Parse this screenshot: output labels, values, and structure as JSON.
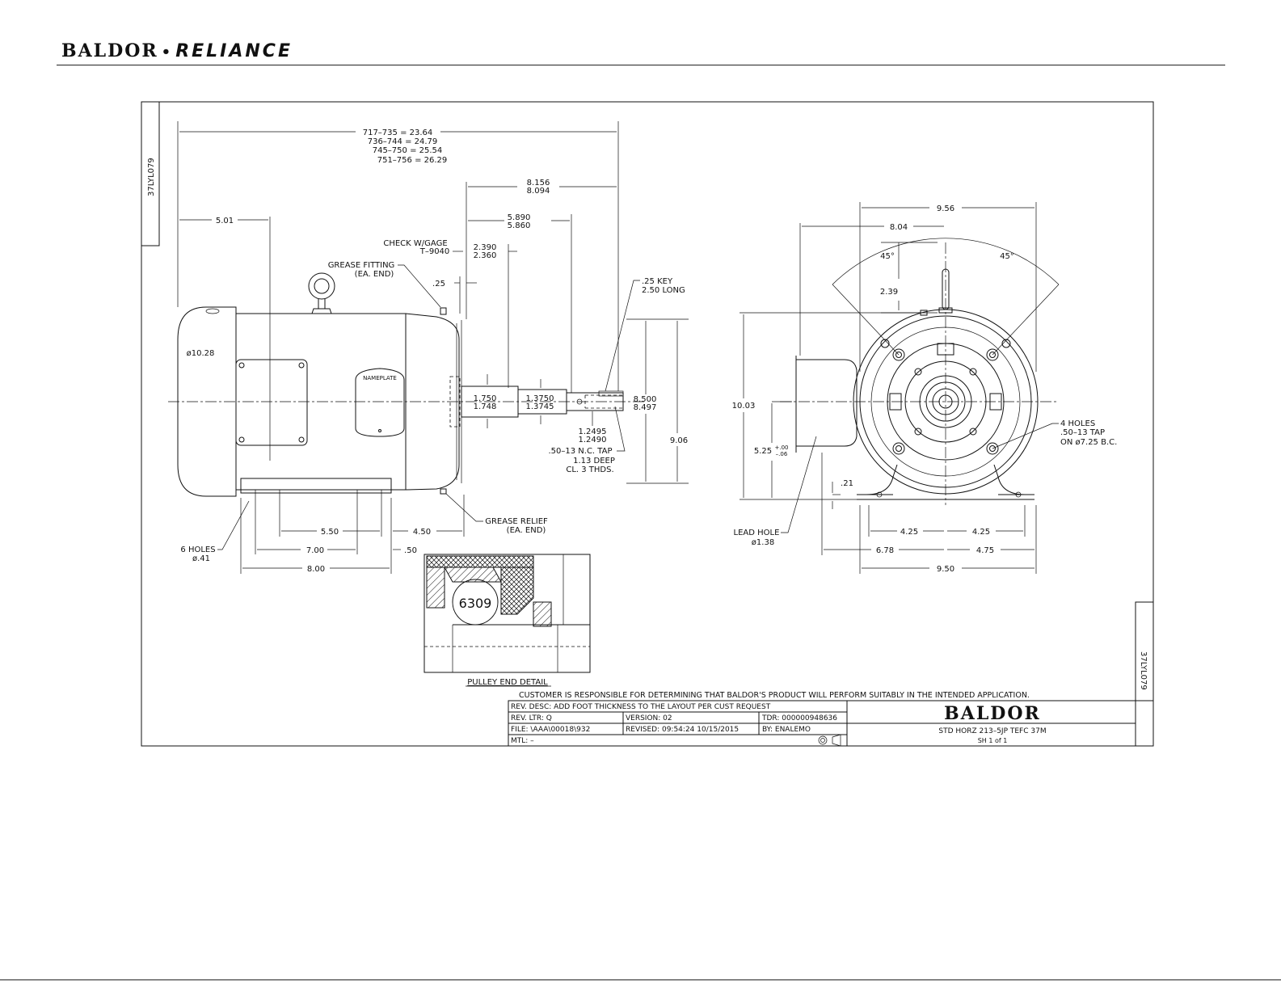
{
  "header": {
    "brand_left": "BALDOR",
    "brand_right": "RELIANCE"
  },
  "drawing": {
    "border_code_left": "37LYL079",
    "border_code_right": "37LYL079",
    "overall_length": [
      "717–735 = 23.64",
      "736–744 = 24.79",
      "745–750 = 25.54",
      "751–756 = 26.29"
    ],
    "dim_8156": [
      "8.156",
      "8.094"
    ],
    "dim_5890": [
      "5.890",
      "5.860"
    ],
    "dim_501": "5.01",
    "check_gage": [
      "CHECK W/GAGE",
      "T–9040"
    ],
    "dim_2390": [
      "2.390",
      "2.360"
    ],
    "grease_fitting": [
      "GREASE FITTING",
      "(EA. END)"
    ],
    "dim_25": ".25",
    "key": [
      ".25 KEY",
      "2.50 LONG"
    ],
    "dia_1028": "ø10.28",
    "nameplate": "NAMEPLATE",
    "dim_1750": [
      "1.750",
      "1.748"
    ],
    "dim_13750": [
      "1.3750",
      "1.3745"
    ],
    "dim_8500": [
      "8.500",
      "8.497"
    ],
    "dim_12495": [
      "1.2495",
      "1.2490"
    ],
    "tap": [
      ".50–13 N.C. TAP",
      "1.13 DEEP",
      "CL. 3 THDS."
    ],
    "dim_906": "9.06",
    "grease_relief": [
      "GREASE RELIEF",
      "(EA. END)"
    ],
    "six_holes": [
      "6 HOLES",
      "ø.41"
    ],
    "dim_550": "5.50",
    "dim_450": "4.50",
    "dim_700": "7.00",
    "dim_50": ".50",
    "dim_800": "8.00",
    "bearing": "6309",
    "pulley_detail": "PULLEY END DETAIL",
    "dim_956": "9.56",
    "dim_804": "8.04",
    "angle_left": "45°",
    "angle_right": "45°",
    "dim_239": "2.39",
    "dim_1003": "10.03",
    "dim_525": "5.25",
    "tol_525": [
      "+.00",
      "–.06"
    ],
    "four_holes": [
      "4 HOLES",
      ".50–13 TAP",
      "ON ø7.25 B.C."
    ],
    "dim_21": ".21",
    "lead_hole": [
      "LEAD HOLE",
      "ø1.38"
    ],
    "dim_425a": "4.25",
    "dim_425b": "4.25",
    "dim_678": "6.78",
    "dim_475": "4.75",
    "dim_950": "9.50"
  },
  "title_block": {
    "disclaimer": "CUSTOMER IS RESPONSIBLE FOR DETERMINING THAT BALDOR'S PRODUCT WILL PERFORM SUITABLY IN THE INTENDED APPLICATION.",
    "rev_desc": "REV. DESC:  ADD FOOT THICKNESS TO THE LAYOUT PER CUST REQUEST",
    "rev_ltr": "REV. LTR:  Q",
    "version": "VERSION: 02",
    "tdr": "TDR: 000000948636",
    "file": "FILE: \\AAA\\00018\\932",
    "revised": "REVISED: 09:54:24 10/15/2015",
    "by": "BY:  ENALEMO",
    "mtl": "MTL:  –",
    "logo": "BALDOR",
    "description": "STD HORZ 213–5JP TEFC 37M",
    "sheet": "SH 1 of 1"
  }
}
